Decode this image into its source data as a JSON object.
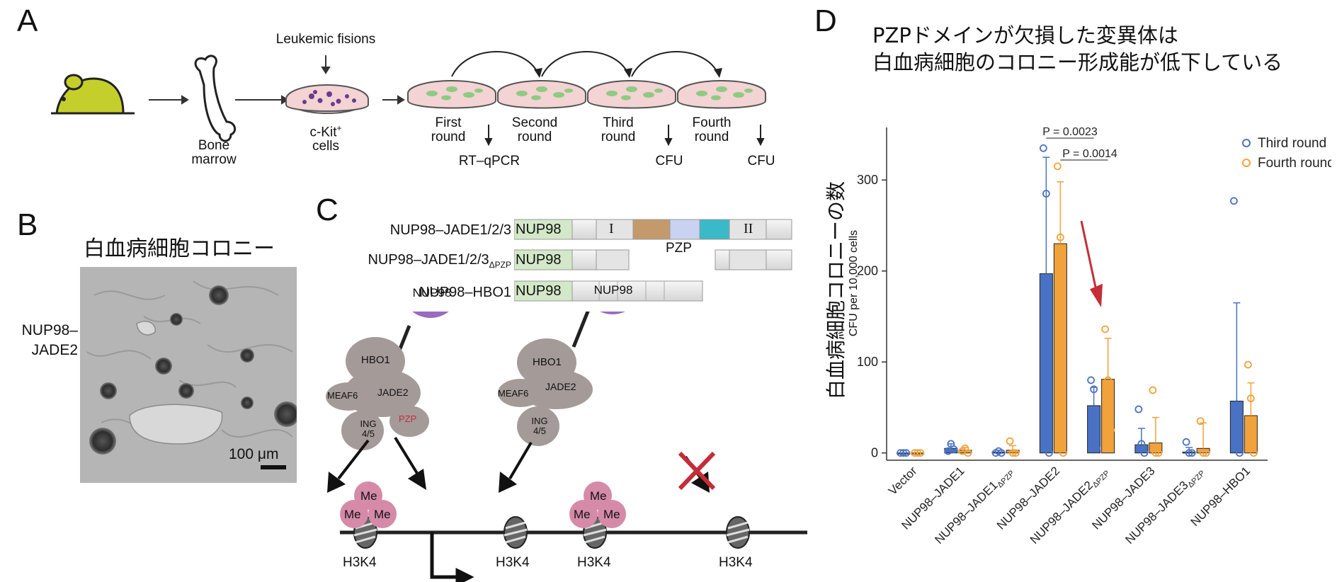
{
  "panelA": {
    "label": "A",
    "leukemic_fisions": "Leukemic fisions",
    "bone_line1": "Bone",
    "bone_line2": "marrow",
    "ckit": "c-Kit",
    "ckit_sup": "+",
    "cells": "cells",
    "rounds": [
      {
        "line1": "First",
        "line2": "round"
      },
      {
        "line1": "Second",
        "line2": "round"
      },
      {
        "line1": "Third",
        "line2": "round"
      },
      {
        "line1": "Fourth",
        "line2": "round"
      }
    ],
    "rtqpcr": "RT–qPCR",
    "cfu1": "CFU",
    "cfu2": "CFU"
  },
  "panelB": {
    "label": "B",
    "title": "白血病細胞コロニー",
    "side_line1": "NUP98–",
    "side_line2": "JADE2",
    "scale": "100 μm"
  },
  "panelC": {
    "label": "C",
    "construct1": "NUP98–JADE1/2/3",
    "construct2": "NUP98–JADE1/2/3",
    "construct2_sub": "ΔPZP",
    "construct3": "NUP98–HBO1",
    "nup98_box": "NUP98",
    "roman1": "I",
    "roman2": "II",
    "pzp": "PZP",
    "complex": {
      "nup98": "NUP98",
      "hbo1": "HBO1",
      "meaf6": "MEAF6",
      "jade2": "JADE2",
      "ing_line1": "ING",
      "ing_line2": "4/5",
      "pzp": "PZP",
      "me": "Me"
    },
    "h3k4": "H3K4",
    "colors": {
      "nup98_green": "#d2e8c8",
      "pzp_brown": "#c49a6c",
      "pzp_lavender": "#c9d2f0",
      "pzp_cyan": "#3ab9c8",
      "purple": "#9a6bc0",
      "me_pink": "#d58aa8",
      "protein_gray": "#a49b98",
      "cross_red": "#c42d37"
    }
  },
  "panelD": {
    "label": "D",
    "title_line1": "PZPドメインが欠損した変異体は",
    "title_line2": "白血病細胞のコロニー形成能が低下している",
    "ylabel_ja": "白血病細胞コロニーの数",
    "ylabel_en": "CFU per 10,000 cells",
    "p1": "P = 0.0023",
    "p2": "P = 0.0014",
    "colors": {
      "third": "#4a72c4",
      "fourth": "#f2a23a",
      "arrow": "#c42d37"
    }
  },
  "chart_data": {
    "type": "bar",
    "categories": [
      "Vector",
      "NUP98–JADE1",
      "NUP98–JADE1ΔPZP",
      "NUP98–JADE2",
      "NUP98–JADE2ΔPZP",
      "NUP98–JADE3",
      "NUP98–JADE3ΔPZP",
      "NUP98–HBO1"
    ],
    "category_display": [
      {
        "main": "Vector",
        "sub": ""
      },
      {
        "main": "NUP98–JADE1",
        "sub": ""
      },
      {
        "main": "NUP98–JADE1",
        "sub": "ΔPZP"
      },
      {
        "main": "NUP98–JADE2",
        "sub": ""
      },
      {
        "main": "NUP98–JADE2",
        "sub": "ΔPZP"
      },
      {
        "main": "NUP98–JADE3",
        "sub": ""
      },
      {
        "main": "NUP98–JADE3",
        "sub": "ΔPZP"
      },
      {
        "main": "NUP98–HBO1",
        "sub": ""
      }
    ],
    "series": [
      {
        "name": "Third round",
        "values": [
          0,
          5,
          1,
          197,
          52,
          9,
          1,
          57
        ],
        "err": [
          0,
          5,
          2,
          128,
          20,
          18,
          5,
          108
        ],
        "points": [
          [
            0,
            0,
            0
          ],
          [
            2,
            10,
            4
          ],
          [
            0,
            2,
            0
          ],
          [
            335,
            285,
            0
          ],
          [
            80,
            70,
            5
          ],
          [
            48,
            10,
            0
          ],
          [
            12,
            0,
            0
          ],
          [
            277,
            5,
            0
          ]
        ]
      },
      {
        "name": "Fourth round",
        "values": [
          0,
          3,
          3,
          230,
          81,
          11,
          5,
          41
        ],
        "err": [
          0,
          3,
          5,
          68,
          45,
          28,
          28,
          36
        ],
        "points": [
          [
            0,
            0,
            0
          ],
          [
            2,
            5,
            0
          ],
          [
            13,
            0,
            0
          ],
          [
            315,
            237,
            0
          ],
          [
            136,
            80,
            25
          ],
          [
            69,
            0,
            0
          ],
          [
            35,
            0,
            0
          ],
          [
            97,
            60,
            0
          ]
        ]
      }
    ],
    "yticks": [
      0,
      100,
      200,
      300
    ],
    "ylim": [
      -8,
      350
    ],
    "legend": "top-right"
  }
}
